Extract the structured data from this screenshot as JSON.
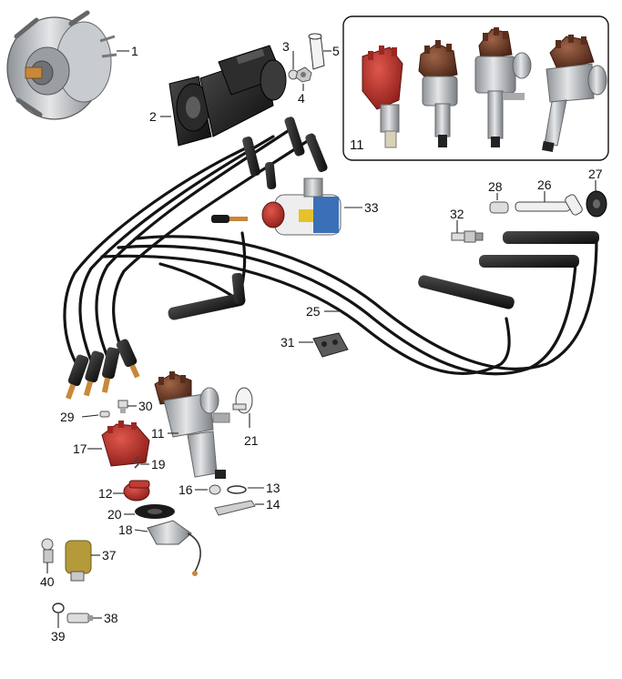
{
  "callouts": [
    "1",
    "2",
    "3",
    "4",
    "5",
    "11",
    "33",
    "28",
    "26",
    "27",
    "32",
    "25",
    "31",
    "29",
    "30",
    "21",
    "17",
    "19",
    "12",
    "16",
    "13",
    "20",
    "14",
    "18",
    "37",
    "40",
    "38",
    "39"
  ],
  "inset_label": "11",
  "colors": {
    "wire": "#141414",
    "boot": "#1e1e1e",
    "cap_red": "#b8302a",
    "cap_brown": "#6a3a26",
    "metal": "#b9bcc0",
    "metal_dark": "#7d8085",
    "coil_blue": "#3b6fb8",
    "coil_yellow": "#e6c12c",
    "copper": "#c8883a"
  }
}
